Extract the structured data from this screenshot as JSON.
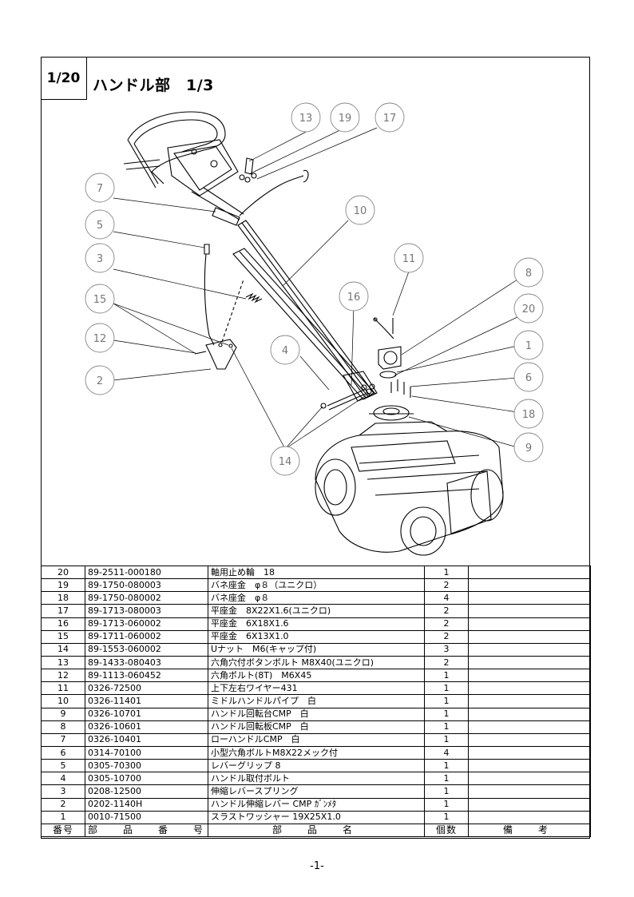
{
  "page_box": "1/20",
  "title": "ハンドル部　1/3",
  "callouts": [
    "13",
    "19",
    "17",
    "7",
    "10",
    "5",
    "11",
    "8",
    "3",
    "16",
    "20",
    "15",
    "1",
    "12",
    "4",
    "6",
    "18",
    "2",
    "9",
    "14"
  ],
  "table": {
    "headers": {
      "no": "番号",
      "part_no": "部　品　番　号",
      "name": "部　品　名",
      "qty": "個数",
      "remarks": "備　考"
    },
    "rows": [
      {
        "no": "20",
        "part_no": "89-2511-000180",
        "name": "軸用止め輪　18",
        "qty": "1",
        "remarks": ""
      },
      {
        "no": "19",
        "part_no": "89-1750-080003",
        "name": "バネ座金　φ８（ユニクロ）",
        "qty": "2",
        "remarks": ""
      },
      {
        "no": "18",
        "part_no": "89-1750-080002",
        "name": "バネ座金　φ８",
        "qty": "4",
        "remarks": ""
      },
      {
        "no": "17",
        "part_no": "89-1713-080003",
        "name": "平座金　8X22X1.6(ユニクロ)",
        "qty": "2",
        "remarks": ""
      },
      {
        "no": "16",
        "part_no": "89-1713-060002",
        "name": "平座金　6X18X1.6",
        "qty": "2",
        "remarks": ""
      },
      {
        "no": "15",
        "part_no": "89-1711-060002",
        "name": "平座金　6X13X1.0",
        "qty": "2",
        "remarks": ""
      },
      {
        "no": "14",
        "part_no": "89-1553-060002",
        "name": "Uナット　M6(キャップ付)",
        "qty": "3",
        "remarks": ""
      },
      {
        "no": "13",
        "part_no": "89-1433-080403",
        "name": "六角穴付ボタンボルト M8X40(ユニクロ)",
        "qty": "2",
        "remarks": ""
      },
      {
        "no": "12",
        "part_no": "89-1113-060452",
        "name": "六角ボルト(8T)　M6X45",
        "qty": "1",
        "remarks": ""
      },
      {
        "no": "11",
        "part_no": "0326-72500",
        "name": "上下左右ワイヤー431",
        "qty": "1",
        "remarks": ""
      },
      {
        "no": "10",
        "part_no": "0326-11401",
        "name": "ミドルハンドルパイプ　白",
        "qty": "1",
        "remarks": ""
      },
      {
        "no": "9",
        "part_no": "0326-10701",
        "name": "ハンドル回転台CMP　白",
        "qty": "1",
        "remarks": ""
      },
      {
        "no": "8",
        "part_no": "0326-10601",
        "name": "ハンドル回転板CMP　白",
        "qty": "1",
        "remarks": ""
      },
      {
        "no": "7",
        "part_no": "0326-10401",
        "name": "ローハンドルCMP　白",
        "qty": "1",
        "remarks": ""
      },
      {
        "no": "6",
        "part_no": "0314-70100",
        "name": "小型六角ボルトM8X22メック付",
        "qty": "4",
        "remarks": ""
      },
      {
        "no": "5",
        "part_no": "0305-70300",
        "name": "レバーグリップ 8",
        "qty": "1",
        "remarks": ""
      },
      {
        "no": "4",
        "part_no": "0305-10700",
        "name": "ハンドル取付ボルト",
        "qty": "1",
        "remarks": ""
      },
      {
        "no": "3",
        "part_no": "0208-12500",
        "name": "伸縮レバースプリング",
        "qty": "1",
        "remarks": ""
      },
      {
        "no": "2",
        "part_no": "0202-1140H",
        "name": "ハンドル伸縮レバー CMP ｶﾞﾝﾒﾀ",
        "qty": "1",
        "remarks": ""
      },
      {
        "no": "1",
        "part_no": "0010-71500",
        "name": "スラストワッシャー 19X25X1.0",
        "qty": "1",
        "remarks": ""
      }
    ]
  },
  "footer": "-1-"
}
